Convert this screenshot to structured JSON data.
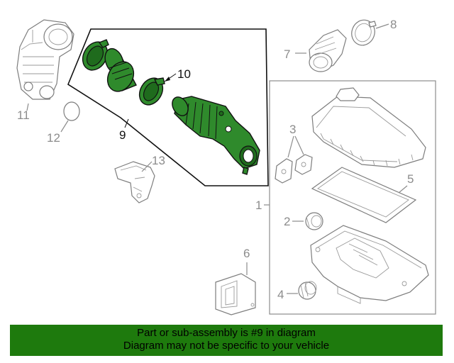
{
  "callouts": {
    "c1": "1",
    "c2": "2",
    "c3": "3",
    "c4": "4",
    "c5": "5",
    "c6": "6",
    "c7": "7",
    "c8": "8",
    "c9": "9",
    "c10": "10",
    "c11": "11",
    "c12": "12",
    "c13": "13"
  },
  "highlight_color": "#2f8a2c",
  "banner": {
    "line1": "Part or sub-assembly is #9 in diagram",
    "line2": "Diagram may not be specific to your vehicle",
    "color": "#1e7a0d"
  }
}
